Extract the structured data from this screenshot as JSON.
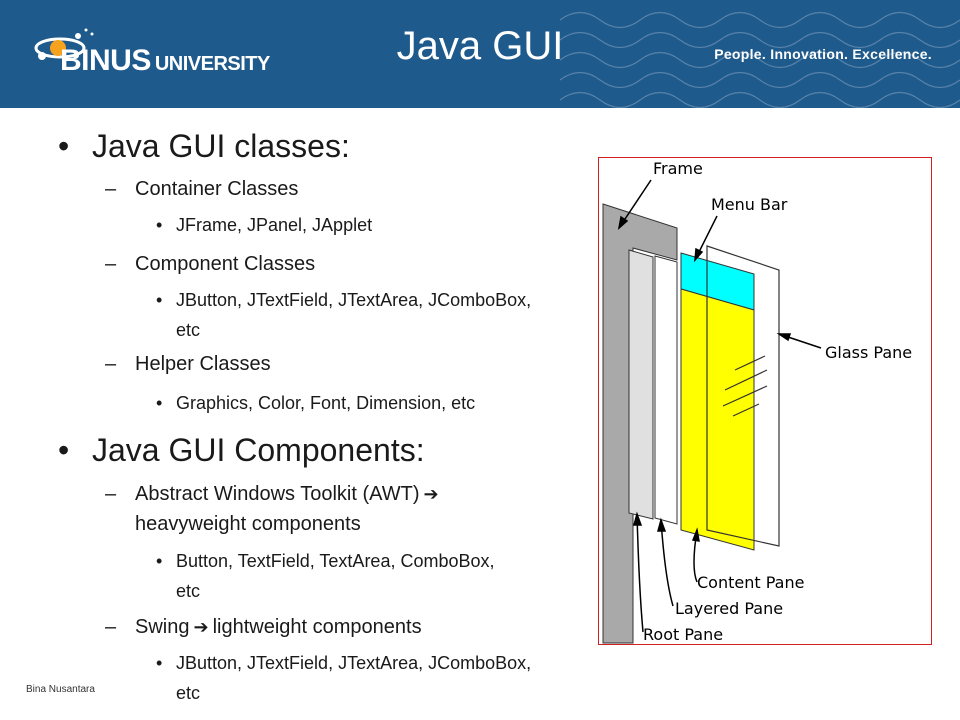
{
  "header": {
    "title": "Java GUI",
    "tagline": "People. Innovation. Excellence.",
    "logo": {
      "brand": "BINUS",
      "suffix": "UNIVERSITY"
    },
    "colors": {
      "bar": "#1f5a8c",
      "accent": "#f6a21e"
    }
  },
  "sections": [
    {
      "heading": "Java GUI classes:",
      "groups": [
        {
          "label": "Container Classes",
          "items": [
            "JFrame, JPanel, JApplet"
          ]
        },
        {
          "label": "Component Classes",
          "items": [
            "JButton, JTextField, JTextArea, JComboBox, etc"
          ]
        },
        {
          "label": "Helper Classes",
          "items": [
            "Graphics, Color, Font, Dimension, etc"
          ]
        }
      ]
    },
    {
      "heading": "Java GUI Components:",
      "groups": [
        {
          "label": "Abstract Windows Toolkit (AWT)",
          "arrow": "➔",
          "label_after": "heavyweight components",
          "items": [
            "Button, TextField, TextArea, ComboBox, etc"
          ]
        },
        {
          "label": "Swing",
          "arrow": "➔",
          "label_after": "lightweight components",
          "items": [
            "JButton, JTextField, JTextArea, JComboBox, etc"
          ]
        }
      ]
    }
  ],
  "diagram": {
    "labels": {
      "frame": "Frame",
      "menu_bar": "Menu Bar",
      "glass_pane": "Glass Pane",
      "content_pane": "Content Pane",
      "layered_pane": "Layered Pane",
      "root_pane": "Root Pane"
    },
    "colors": {
      "frame": "#a9a9a9",
      "menu_bar": "#00ffff",
      "content_pane": "#ffff00",
      "border": "#d02020"
    }
  },
  "footer": {
    "text": "Bina Nusantara"
  }
}
